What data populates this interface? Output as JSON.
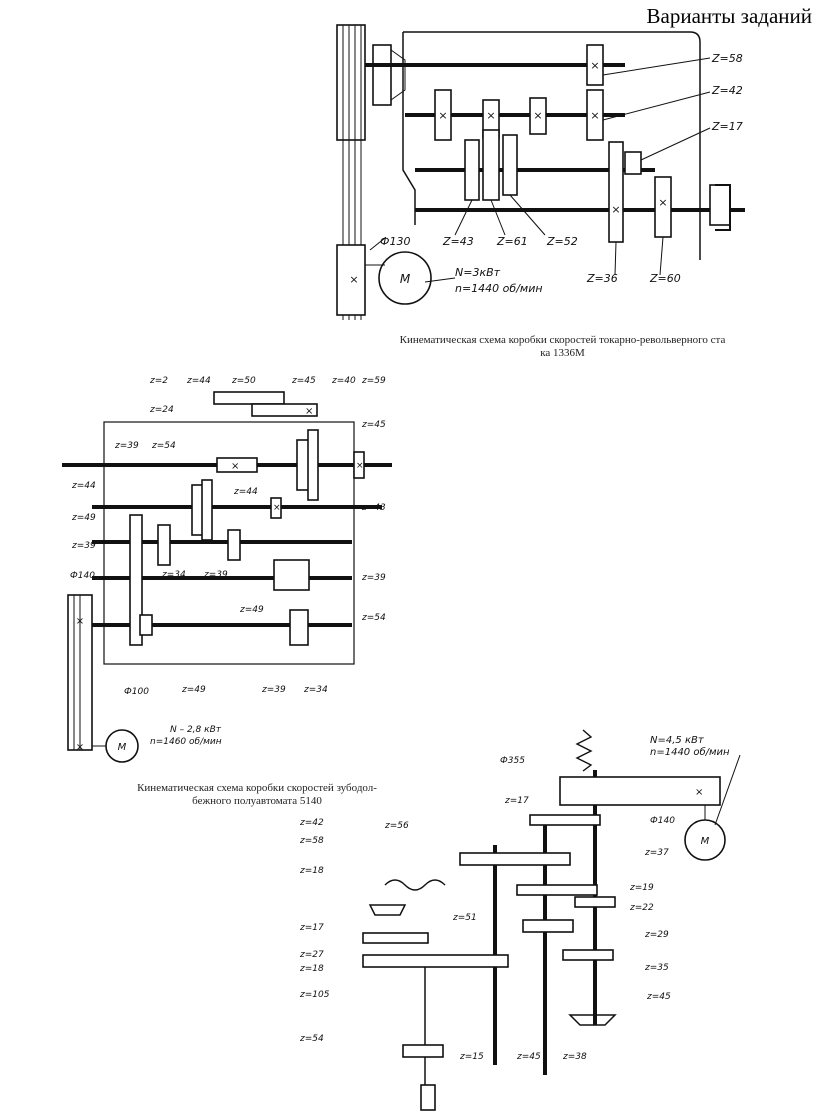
{
  "page": {
    "title": "Варианты заданий"
  },
  "scheme1": {
    "caption_line1": "Кинематическая схема коробки скоростей токарно-револьверного ста",
    "caption_line2": "ка 1336М",
    "labels": [
      "Z=58",
      "Z=42",
      "Z=17",
      "Z=43",
      "Z=61",
      "Z=52",
      "Z=36",
      "Z=60",
      "Ф130",
      "N=3кВт",
      "n=1440 об/мин",
      "M"
    ]
  },
  "scheme2": {
    "caption_line1": "Кинематическая схема коробки скоростей зубодол-",
    "caption_line2": "бежного полуавтомата 5140",
    "labels": [
      "z=2",
      "z=44",
      "z=50",
      "z=45",
      "z=40",
      "z=59",
      "z=24",
      "z=39",
      "z=54",
      "z=45",
      "z=44",
      "z=44",
      "z=43",
      "z=49",
      "z=39",
      "z=34",
      "z=39",
      "z=39",
      "Ф140",
      "z=49",
      "z=54",
      "Ф100",
      "z=49",
      "z=39",
      "z=34",
      "N – 2,8 кВт",
      "n=1460 об/мин",
      "M"
    ]
  },
  "scheme3": {
    "labels": [
      "N=4,5 кВт",
      "n=1440 об/мин",
      "Ф355",
      "z=17",
      "Ф140",
      "z=42",
      "z=56",
      "z=58",
      "z=37",
      "M",
      "z=18",
      "z=19",
      "z=22",
      "z=51",
      "z=17",
      "z=29",
      "z=27",
      "z=18",
      "z=35",
      "z=105",
      "z=45",
      "z=54",
      "z=15",
      "z=45",
      "z=38"
    ]
  }
}
